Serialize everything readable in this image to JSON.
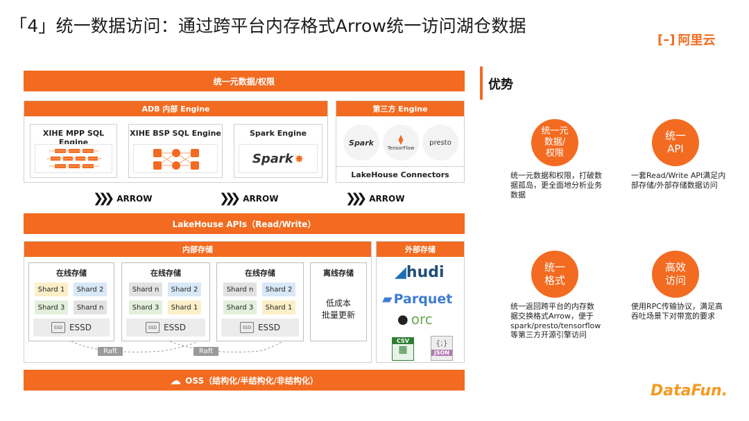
{
  "title": "「4」统一数据访问：通过跨平台内存格式Arrow统一访问湖仓数据",
  "logo": "阿里云",
  "diagram": {
    "top_bar": "统一元数据/权限",
    "adb_engine": {
      "title": "ADB 内部 Engine",
      "engines": [
        "XIHE MPP SQL Engine",
        "XIHE BSP SQL Engine",
        "Spark Engine"
      ]
    },
    "third_party": {
      "title": "第三方 Engine",
      "logos": [
        "Spark",
        "TensorFlow",
        "presto"
      ],
      "connectors": "LakeHouse Connectors"
    },
    "arrow_label": "ARROW",
    "apis_bar": "LakeHouse APIs（Read/Write）",
    "internal_storage": {
      "title": "内部存储",
      "online_groups": [
        {
          "title": "在线存储",
          "shards": [
            "Shard 1",
            "Shard 2",
            "Shard 3",
            "Shard n"
          ],
          "essd": "ESSD"
        },
        {
          "title": "在线存储",
          "shards": [
            "Shard n",
            "Shard 2",
            "Shard 3",
            "Shard 1"
          ],
          "essd": "ESSD"
        },
        {
          "title": "在线存储",
          "shards": [
            "Shard n",
            "Shard 2",
            "Shard 3",
            "Shard 1"
          ],
          "essd": "ESSD"
        }
      ],
      "offline": {
        "title": "离线存储",
        "line1": "低成本",
        "line2": "批量更新"
      },
      "raft": "Raft"
    },
    "external_storage": {
      "title": "外部存储",
      "formats": [
        "hudi",
        "Parquet",
        "orc",
        "CSV",
        "JSON"
      ]
    },
    "oss_bar": "OSS（结构化/半结构化/非结构化）"
  },
  "advantages": {
    "title": "优势",
    "items": [
      {
        "circle_l1": "统一元",
        "circle_l2": "数据/",
        "circle_l3": "权限",
        "text": "统一元数据和权限，打破数据孤岛，更全面地分析业务数据"
      },
      {
        "circle_l1": "统一",
        "circle_l2": "API",
        "circle_l3": "",
        "text": "一套Read/Write API满足内部存储/外部存储数据访问"
      },
      {
        "circle_l1": "统一",
        "circle_l2": "格式",
        "circle_l3": "",
        "text": "统一返回跨平台的内存数据交换格式Arrow，便于spark/presto/tensorflow等第三方开源引擎访问"
      },
      {
        "circle_l1": "高效",
        "circle_l2": "访问",
        "circle_l3": "",
        "text": "使用RPC传输协议，满足高吞吐场景下对带宽的要求"
      }
    ]
  },
  "footer_logo": "DataFun.",
  "colors": {
    "accent": "#f26b21"
  }
}
